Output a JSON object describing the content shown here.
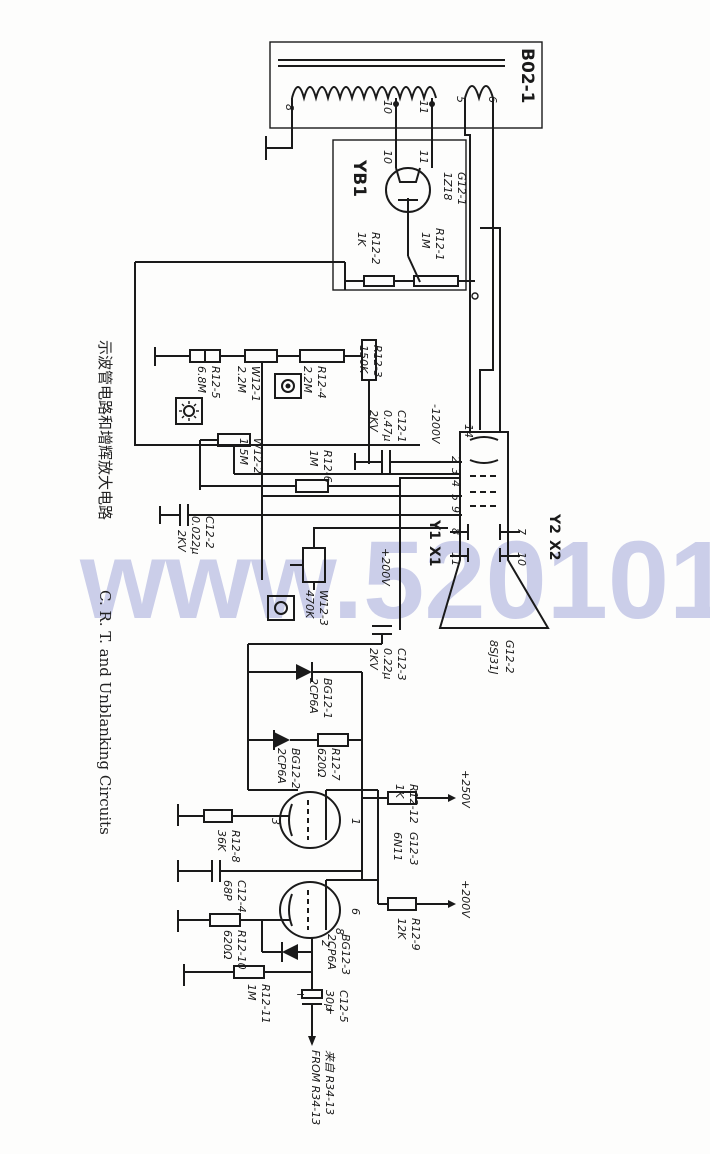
{
  "caption": {
    "zh": "示波管电路和增辉放大电路",
    "en": "C. R. T. and Unblanking Circuits"
  },
  "watermark": "www.520101.com",
  "transformer": {
    "ref": "B02-1",
    "pins": [
      "8",
      "10",
      "11",
      "5",
      "6"
    ]
  },
  "tubes": {
    "rectifier": {
      "ref": "YB1",
      "label": "G12-1",
      "type": "1Z18",
      "pins": [
        "10",
        "11"
      ]
    },
    "crt": {
      "label": "G12-2",
      "type": "8SJ31J",
      "pins": [
        "14",
        "2",
        "3",
        "4",
        "5",
        "9",
        "8",
        "11",
        "7",
        "10"
      ],
      "plates": [
        "Y1",
        "X1",
        "Y2",
        "X2"
      ]
    },
    "amp": {
      "label": "G12-3",
      "type": "6N11",
      "pins": [
        "1",
        "3",
        "6",
        "8",
        "2"
      ]
    }
  },
  "resistors": [
    {
      "ref": "R12-1",
      "value": "1M"
    },
    {
      "ref": "R12-2",
      "value": "1K"
    },
    {
      "ref": "R12-3",
      "value": "150K"
    },
    {
      "ref": "R12-4",
      "value": "2.2M"
    },
    {
      "ref": "R12-5",
      "value": "6.8M"
    },
    {
      "ref": "R12-6",
      "value": "1M"
    },
    {
      "ref": "R12-7",
      "value": "620Ω"
    },
    {
      "ref": "R12-8",
      "value": "36K"
    },
    {
      "ref": "R12-9",
      "value": "12K"
    },
    {
      "ref": "R12-10",
      "value": "620Ω"
    },
    {
      "ref": "R12-11",
      "value": "1M"
    },
    {
      "ref": "R12-12",
      "value": "1K"
    }
  ],
  "potentiometers": [
    {
      "ref": "W12-1",
      "value": "2.2M"
    },
    {
      "ref": "W12-2",
      "value": "1.5M"
    },
    {
      "ref": "W12-3",
      "value": "470K"
    }
  ],
  "capacitors": [
    {
      "ref": "C12-1",
      "value": "0.47μ",
      "rating": "2KV"
    },
    {
      "ref": "C12-2",
      "value": "0.022μ",
      "rating": "2KV"
    },
    {
      "ref": "C12-3",
      "value": "0.22μ",
      "rating": "2KV"
    },
    {
      "ref": "C12-4",
      "value": "68P"
    },
    {
      "ref": "C12-5",
      "value": "30μ"
    }
  ],
  "diodes": [
    {
      "ref": "BG12-1",
      "type": "2CP6A"
    },
    {
      "ref": "BG12-2",
      "type": "2CP6A"
    },
    {
      "ref": "BG12-3",
      "type": "2CP6A"
    }
  ],
  "supplies": {
    "neg_hv": "-1200V",
    "v200_a": "+200V",
    "v250": "+250V",
    "v200_b": "+200V"
  },
  "from_source": {
    "zh": "来自 R34-13",
    "en": "FROM R34-13"
  }
}
